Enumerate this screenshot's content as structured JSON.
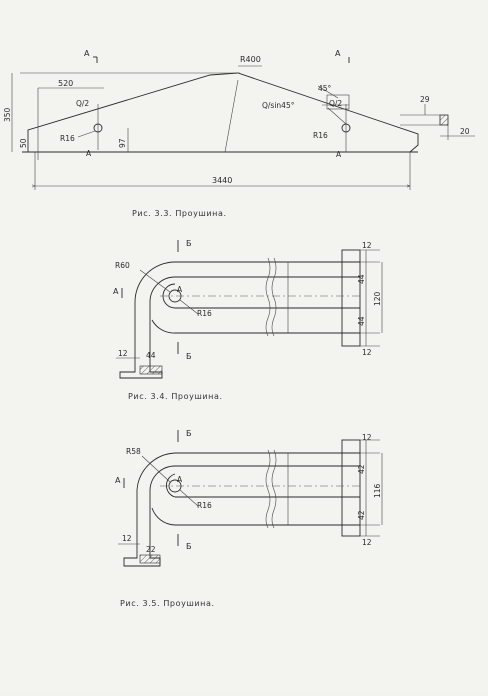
{
  "fig1": {
    "section_mark": "A",
    "dims": {
      "height_350": "350",
      "len_520": "520",
      "r400": "R400",
      "q_half_left": "Q/2",
      "r16_left": "R16",
      "h50": "50",
      "h97": "97",
      "total_3440": "3440",
      "angle_45": "45°",
      "q_sin45": "Q/sin45°",
      "q_half_right": "Q/2",
      "r16_right": "R16",
      "w29": "29",
      "w20": "20"
    },
    "caption": "Рис. 3.3. Проушина."
  },
  "fig2": {
    "section_mark_a": "A",
    "section_mark_b": "Б",
    "dims": {
      "r60": "R60",
      "r16": "R16",
      "top12": "12",
      "d44a": "44",
      "d120": "120",
      "d44b": "44",
      "bot12": "12",
      "left12": "12",
      "left44": "44",
      "center_a": "A"
    },
    "caption": "Рис. 3.4. Проушина."
  },
  "fig3": {
    "section_mark_a": "A",
    "section_mark_b": "Б",
    "dims": {
      "r58": "R58",
      "r16": "R16",
      "top12": "12",
      "d42a": "42",
      "d116": "116",
      "d42b": "42",
      "bot12": "12",
      "left12": "12",
      "left22": "22",
      "center_a": "A"
    },
    "caption": "Рис. 3.5. Проушина."
  }
}
